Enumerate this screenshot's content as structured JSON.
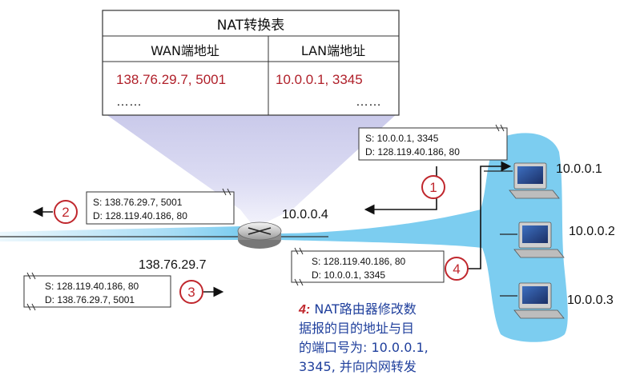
{
  "colors": {
    "network_fill": "#7ccdf0",
    "step_circle": "#c0272d",
    "table_value": "#b0202a",
    "note_text": "#1f3f9c"
  },
  "nat_table": {
    "title": "NAT转换表",
    "headers": [
      "WAN端地址",
      "LAN端地址"
    ],
    "row": {
      "wan": "138.76.29.7, 5001",
      "lan": "10.0.0.1, 3345"
    },
    "ellipsis": "……"
  },
  "router": {
    "icon": "router-icon",
    "lan_ip": "10.0.0.4",
    "wan_ip": "138.76.29.7"
  },
  "hosts": [
    {
      "ip": "10.0.0.1",
      "icon": "computer-icon"
    },
    {
      "ip": "10.0.0.2",
      "icon": "computer-icon"
    },
    {
      "ip": "10.0.0.3",
      "icon": "computer-icon"
    }
  ],
  "packets": {
    "p1": {
      "src": "S: 10.0.0.1, 3345",
      "dst": "D: 128.119.40.186, 80"
    },
    "p2": {
      "src": "S: 138.76.29.7, 5001",
      "dst": "D: 128.119.40.186, 80"
    },
    "p3": {
      "src": "S: 128.119.40.186, 80",
      "dst": "D: 138.76.29.7, 5001"
    },
    "p4": {
      "src": "S: 128.119.40.186, 80",
      "dst": "D: 10.0.0.1, 3345"
    }
  },
  "steps": [
    "1",
    "2",
    "3",
    "4"
  ],
  "note": {
    "prefix": "4:",
    "line1": " NAT路由器修改数",
    "line2": "据报的目的地址与目",
    "line3": "的端口号为: 10.0.0.1,",
    "line4": "3345, 并向内网转发"
  }
}
